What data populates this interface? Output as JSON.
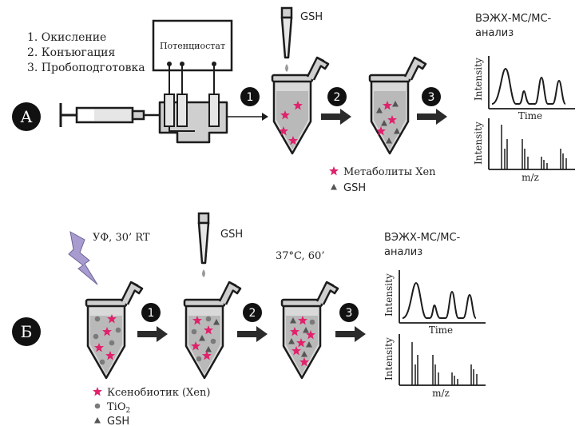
{
  "colors": {
    "accent": "#e0216b",
    "ink": "#1c1c1c",
    "fill_gray": "#cfcfcf",
    "tube_liquid": "#b9b9b9",
    "lightning": "#a89bcf"
  },
  "section_a": {
    "label": "А",
    "steps": [
      "1. Окисление",
      "2. Конъюгация",
      "3. Пробоподготовка"
    ],
    "instrument": "Потенциостат",
    "reagent": "GSH",
    "analysis_line1": "ВЭЖХ-МС/МС-",
    "analysis_line2": "анализ",
    "chart_time": {
      "ylabel": "Intensity",
      "xlabel": "Time"
    },
    "chart_mz": {
      "ylabel": "Intensity",
      "xlabel": "m/z"
    },
    "legend": [
      {
        "icon": "star-icon",
        "text": "Метаболиты Xen"
      },
      {
        "icon": "triangle-icon",
        "text": "GSH"
      }
    ],
    "arrow_steps": [
      "1",
      "2",
      "3"
    ]
  },
  "section_b": {
    "label": "Б",
    "uv_label": "УФ, 30’ RT",
    "reagent": "GSH",
    "incubation": "37°C, 60’",
    "analysis_line1": "ВЭЖХ-МС/МС-",
    "analysis_line2": "анализ",
    "chart_time": {
      "ylabel": "Intensity",
      "xlabel": "Time"
    },
    "chart_mz": {
      "ylabel": "Intensity",
      "xlabel": "m/z"
    },
    "legend": [
      {
        "icon": "star-icon",
        "text": "Ксенобиотик (Xen)"
      },
      {
        "icon": "circle-icon",
        "text": "TiO",
        "sub": "2"
      },
      {
        "icon": "triangle-icon",
        "text": "GSH"
      }
    ],
    "arrow_steps": [
      "1",
      "2",
      "3"
    ]
  }
}
